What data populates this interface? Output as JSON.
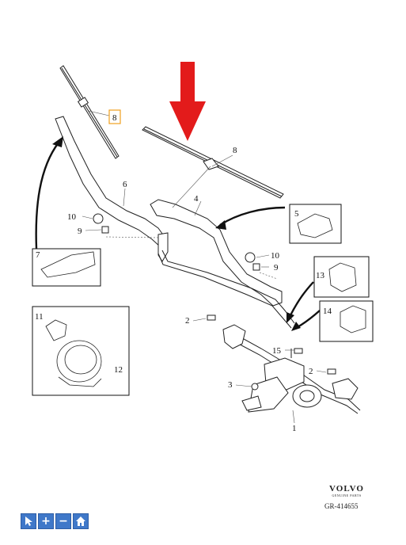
{
  "diagram": {
    "callouts": {
      "c1": "1",
      "c2a": "2",
      "c2b": "2",
      "c3": "3",
      "c4": "4",
      "c5": "5",
      "c6": "6",
      "c7": "7",
      "c8a": "8",
      "c8b": "8",
      "c9a": "9",
      "c9b": "9",
      "c10a": "10",
      "c10b": "10",
      "c11": "11",
      "c12": "12",
      "c13": "13",
      "c14": "14",
      "c15": "15"
    },
    "highlight_color": "#f0a020",
    "arrow_color": "#e01010"
  },
  "brand": {
    "name": "VOLVO",
    "sub": "GENUINE PARTS"
  },
  "reference_code": "GR-414655",
  "toolbar": {
    "buttons": [
      {
        "icon": "pointer-icon"
      },
      {
        "icon": "plus-icon",
        "glyph": "+"
      },
      {
        "icon": "minus-icon",
        "glyph": "−"
      },
      {
        "icon": "home-icon"
      }
    ]
  }
}
